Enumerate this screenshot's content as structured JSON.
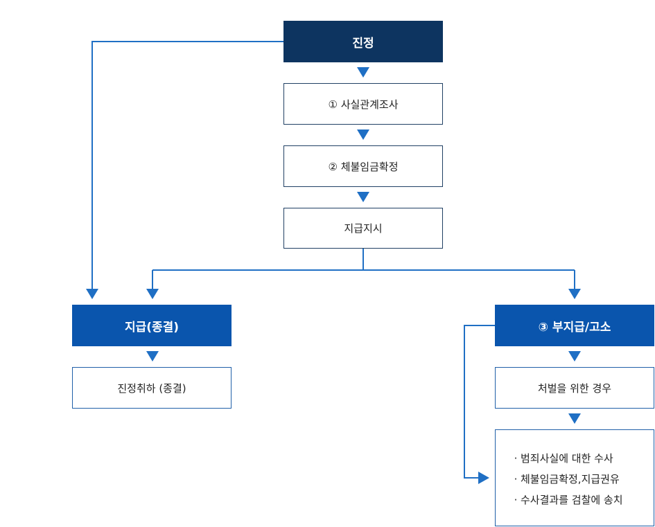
{
  "nodes": {
    "petition": "진정",
    "step1": "① 사실관계조사",
    "step2": "② 체불임금확정",
    "order": "지급지시",
    "paid": "지급(종결)",
    "withdraw": "진정취하 (종결)",
    "unpaid": "③ 부지급/고소",
    "punish": "처벌을 위한 경우",
    "actions": [
      "범죄사실에 대한 수사",
      "체불임금확정,지급권유",
      "수사결과를 검찰에 송치"
    ]
  },
  "colors": {
    "dark_navy": "#0d3460",
    "blue": "#0a55ad",
    "line": "#1f6fc4",
    "border": "#1f3f63"
  }
}
